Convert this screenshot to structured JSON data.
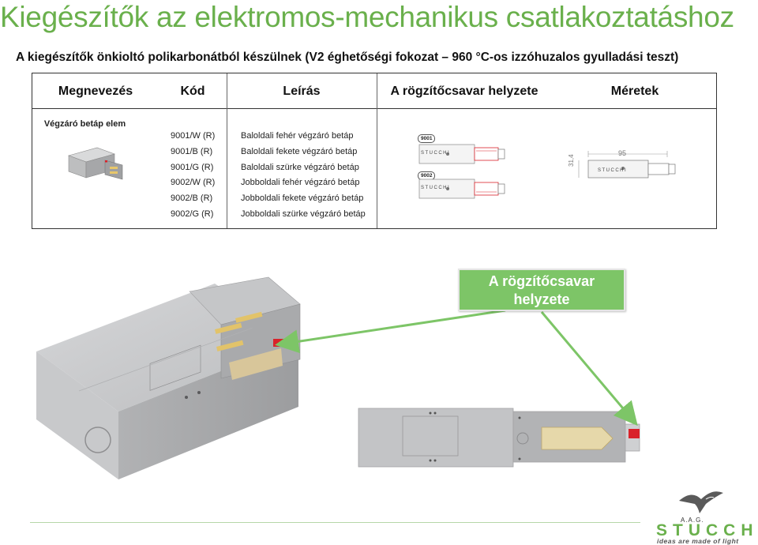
{
  "page": {
    "title": "Kiegészítők az elektromos-mechanikus csatlakoztatáshoz",
    "subtitle": "A kiegészítők önkioltó polikarbonátból készülnek (V2 éghetőségi fokozat – 960 °C-os izzóhuzalos gyulladási teszt)"
  },
  "table": {
    "headers": [
      "Megnevezés",
      "Kód",
      "Leírás",
      "A rögzítőcsavar helyzete",
      "Méretek"
    ],
    "row": {
      "name": "Végzáró betáp elem",
      "codes": [
        "9001/W (R)",
        "9001/B (R)",
        "9001/G (R)",
        "9002/W (R)",
        "9002/B (R)",
        "9002/G (R)"
      ],
      "descriptions": [
        "Baloldali fehér végzáró betáp",
        "Baloldali fekete végzáró betáp",
        "Baloldali szürke végzáró betáp",
        "Jobboldali fehér végzáró betáp",
        "Jobboldali fekete végzáró betáp",
        "Jobboldali szürke végzáró betáp"
      ],
      "position_badges": [
        "9001",
        "9002"
      ],
      "drawing_label": "STUCCHI",
      "dimensions": {
        "length": "95",
        "height": "31,4"
      }
    }
  },
  "callout": {
    "label": "A rögzítőcsavar helyzete"
  },
  "brand": {
    "aag": "A.A.G.",
    "name": "STUCCHI",
    "tagline": "ideas are made of light"
  },
  "colors": {
    "accent_green": "#6ab04c",
    "callout_green": "#7dc567",
    "screw_red": "#d9222a",
    "housing_grey": "#b9babc"
  },
  "icons": [
    "connector-photo",
    "eagle-logo-icon",
    "screw-marker-icon"
  ]
}
